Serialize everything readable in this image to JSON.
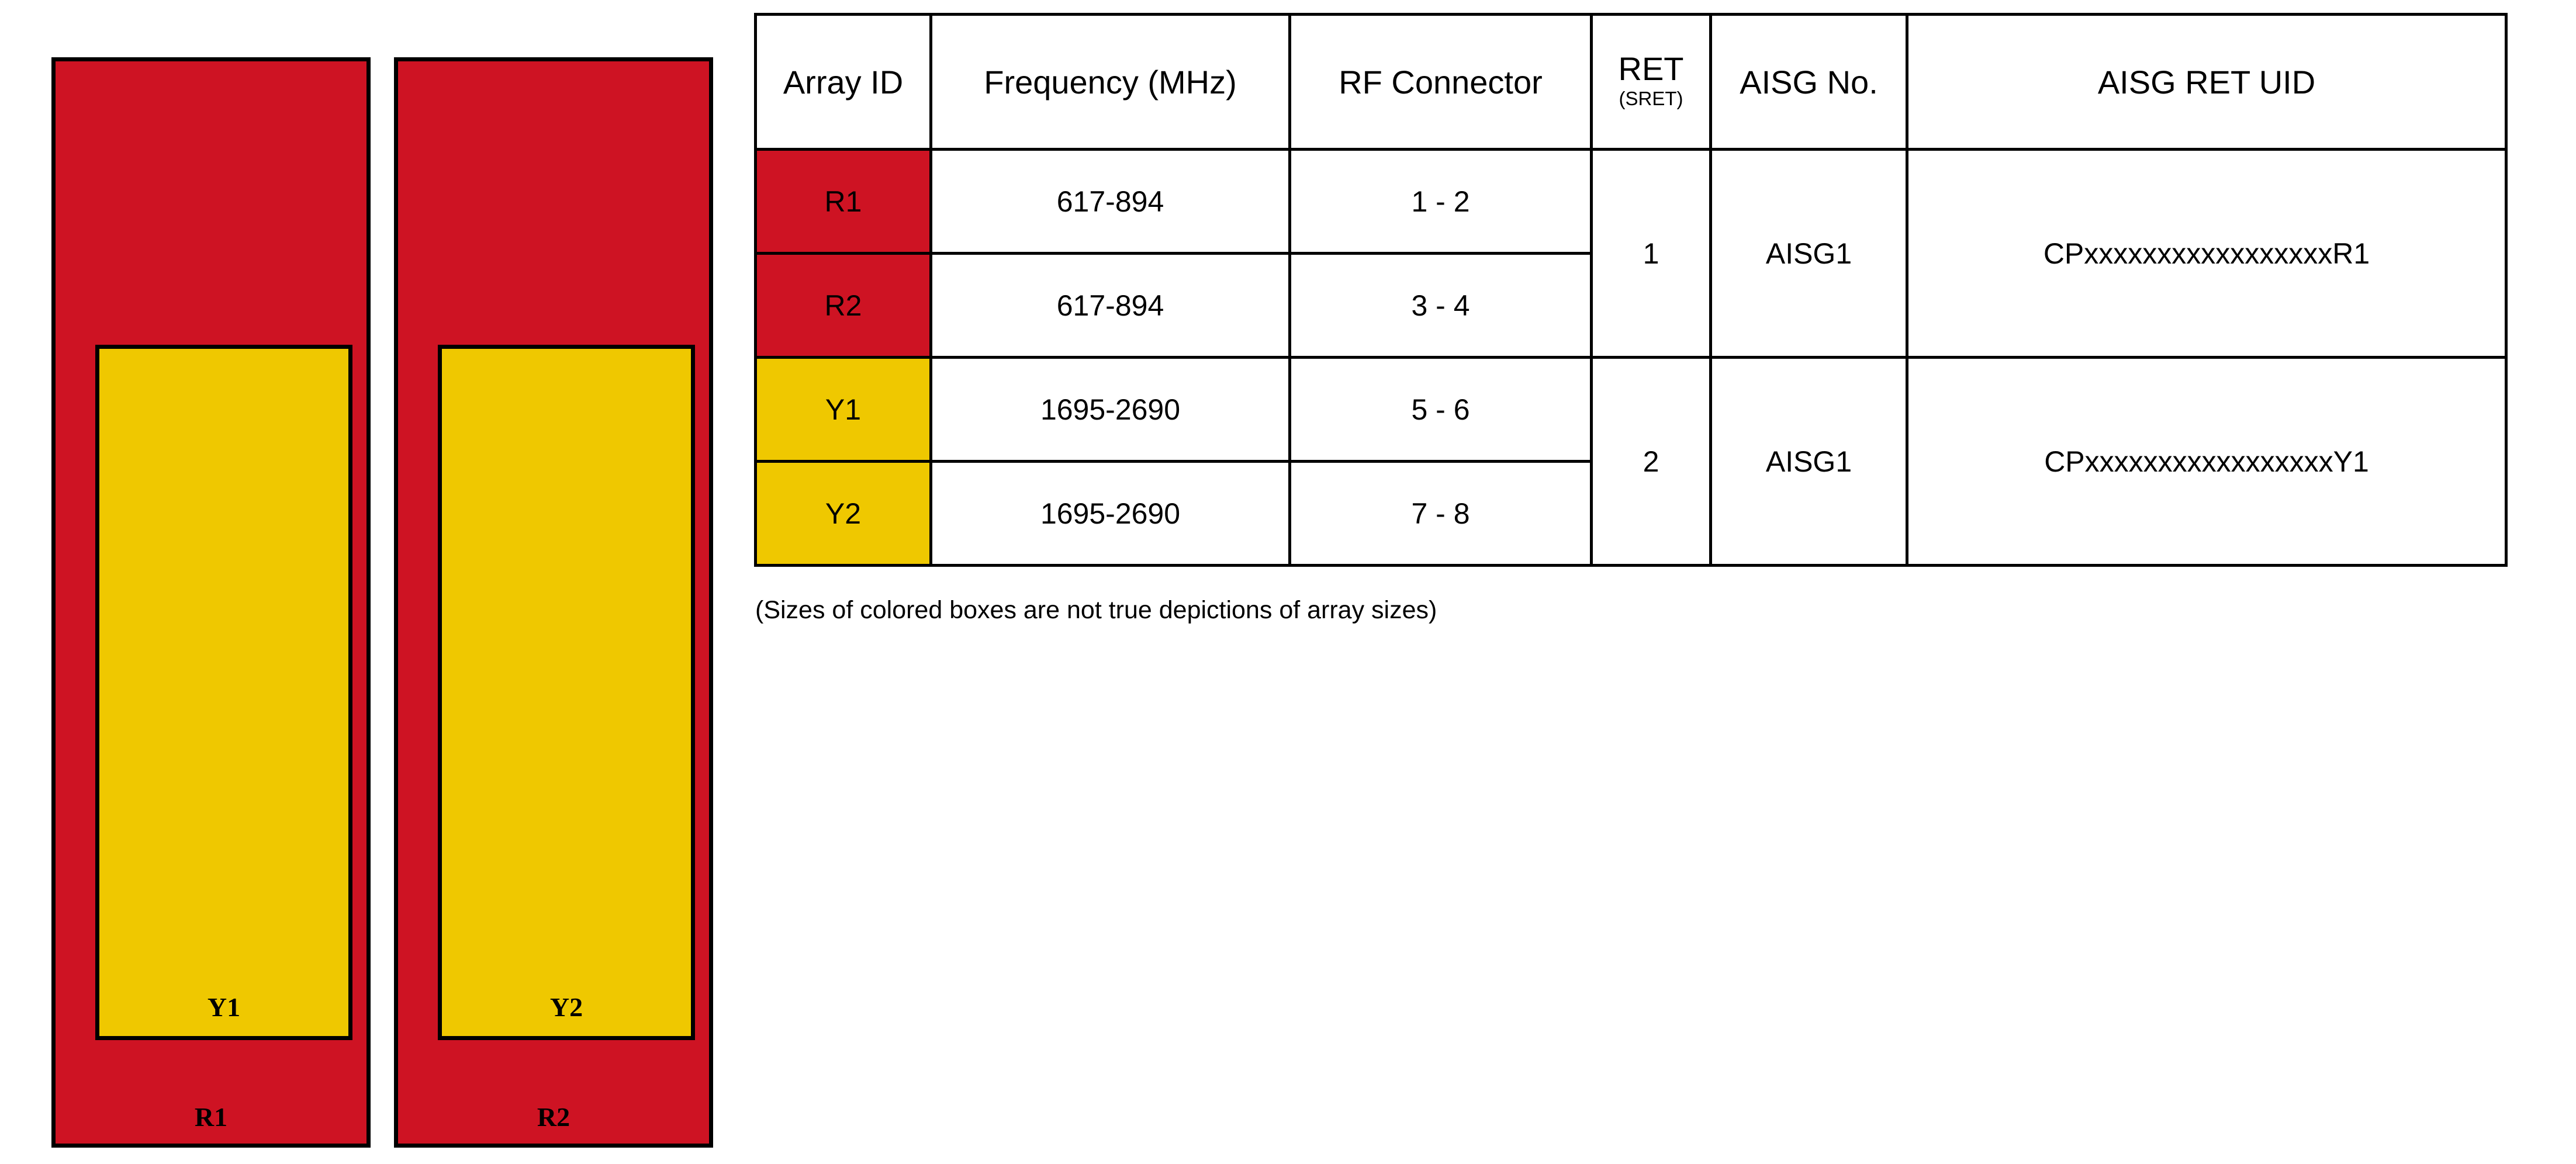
{
  "diagram": {
    "arrays": [
      {
        "outer_label": "R1",
        "inner_label": "Y1",
        "outer_color": "#CE1323",
        "inner_color": "#EFC800"
      },
      {
        "outer_label": "R2",
        "inner_label": "Y2",
        "outer_color": "#CE1323",
        "inner_color": "#EFC800"
      }
    ]
  },
  "table": {
    "headers": {
      "array_id": "Array ID",
      "frequency": "Frequency (MHz)",
      "rf_connector": "RF Connector",
      "ret_main": "RET",
      "ret_sub": "(SRET)",
      "aisg_no": "AISG No.",
      "aisg_ret_uid": "AISG RET UID"
    },
    "rows": [
      {
        "array_id": "R1",
        "array_id_color": "#CE1323",
        "frequency": "617-894",
        "rf_connector": "1 - 2"
      },
      {
        "array_id": "R2",
        "array_id_color": "#CE1323",
        "frequency": "617-894",
        "rf_connector": "3 - 4"
      },
      {
        "array_id": "Y1",
        "array_id_color": "#EFC800",
        "frequency": "1695-2690",
        "rf_connector": "5 - 6"
      },
      {
        "array_id": "Y2",
        "array_id_color": "#EFC800",
        "frequency": "1695-2690",
        "rf_connector": "7 - 8"
      }
    ],
    "groups": [
      {
        "ret": "1",
        "aisg_no": "AISG1",
        "aisg_ret_uid": "CPxxxxxxxxxxxxxxxxxR1"
      },
      {
        "ret": "2",
        "aisg_no": "AISG1",
        "aisg_ret_uid": "CPxxxxxxxxxxxxxxxxxY1"
      }
    ]
  },
  "caption": "(Sizes of colored boxes are not true depictions of array sizes)"
}
